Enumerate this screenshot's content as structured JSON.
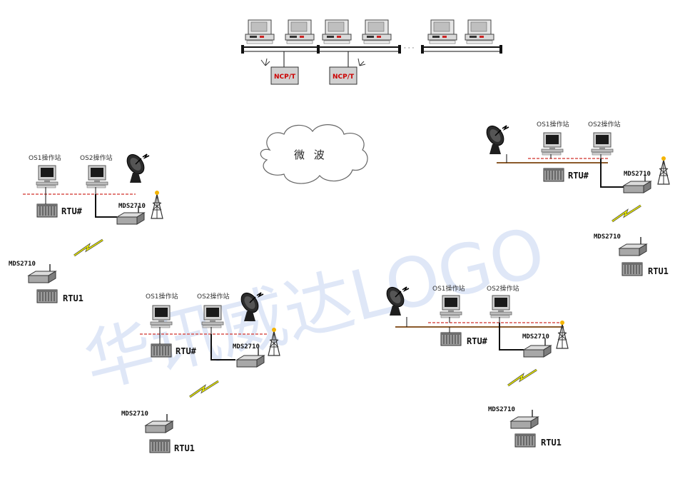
{
  "cloud": {
    "label": "微 波"
  },
  "watermark": {
    "text": "华讯威达LOGO"
  },
  "top_network": {
    "ncp_label": "NCP/T",
    "dots": "· · ·"
  },
  "stations": {
    "os1_label": "OS1操作站",
    "os2_label": "OS2操作站",
    "rtu_hash": "RTU#",
    "rtu_one": "RTU1",
    "mds": "MDS2710"
  },
  "colors": {
    "bus_red": "#d9534f",
    "bus_brown": "#8b5a2b",
    "line_black": "#111111",
    "lightning": "#e8e800",
    "watermark": "#3c6fd0"
  },
  "icons": [
    "desktop-computer-icon",
    "rtu-rack-icon",
    "mds-modem-icon",
    "radio-tower-icon",
    "satellite-dish-icon",
    "lightning-bolt-icon",
    "cloud-icon",
    "workstation-icon"
  ]
}
